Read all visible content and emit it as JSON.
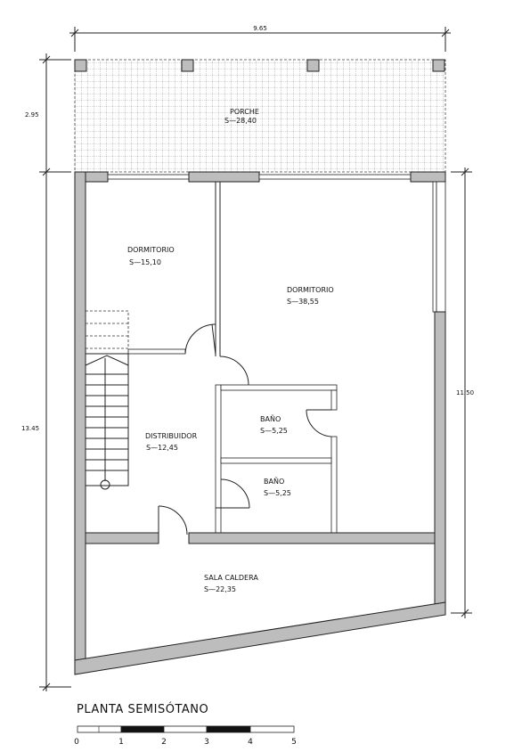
{
  "plan_title": "PLANTA SEMISÓTANO",
  "dimensions": {
    "top_width": "9.65",
    "porch_depth": "2.95",
    "total_depth": "13.45",
    "right_depth": "11.50"
  },
  "rooms": {
    "porche": {
      "name": "PORCHE",
      "area": "S—28,40"
    },
    "dormitorio_1": {
      "name": "DORMITORIO",
      "area": "S—15,10"
    },
    "dormitorio_2": {
      "name": "DORMITORIO",
      "area": "S—38,55"
    },
    "bano_1": {
      "name": "BAÑO",
      "area": "S—5,25"
    },
    "bano_2": {
      "name": "BAÑO",
      "area": "S—5,25"
    },
    "distribuidor": {
      "name": "DISTRIBUIDOR",
      "area": "S—12,45"
    },
    "sala_caldera": {
      "name": "SALA CALDERA",
      "area": "S—22,35"
    }
  },
  "scale_bar": {
    "ticks": [
      "0",
      "1",
      "2",
      "3",
      "4",
      "5"
    ]
  }
}
